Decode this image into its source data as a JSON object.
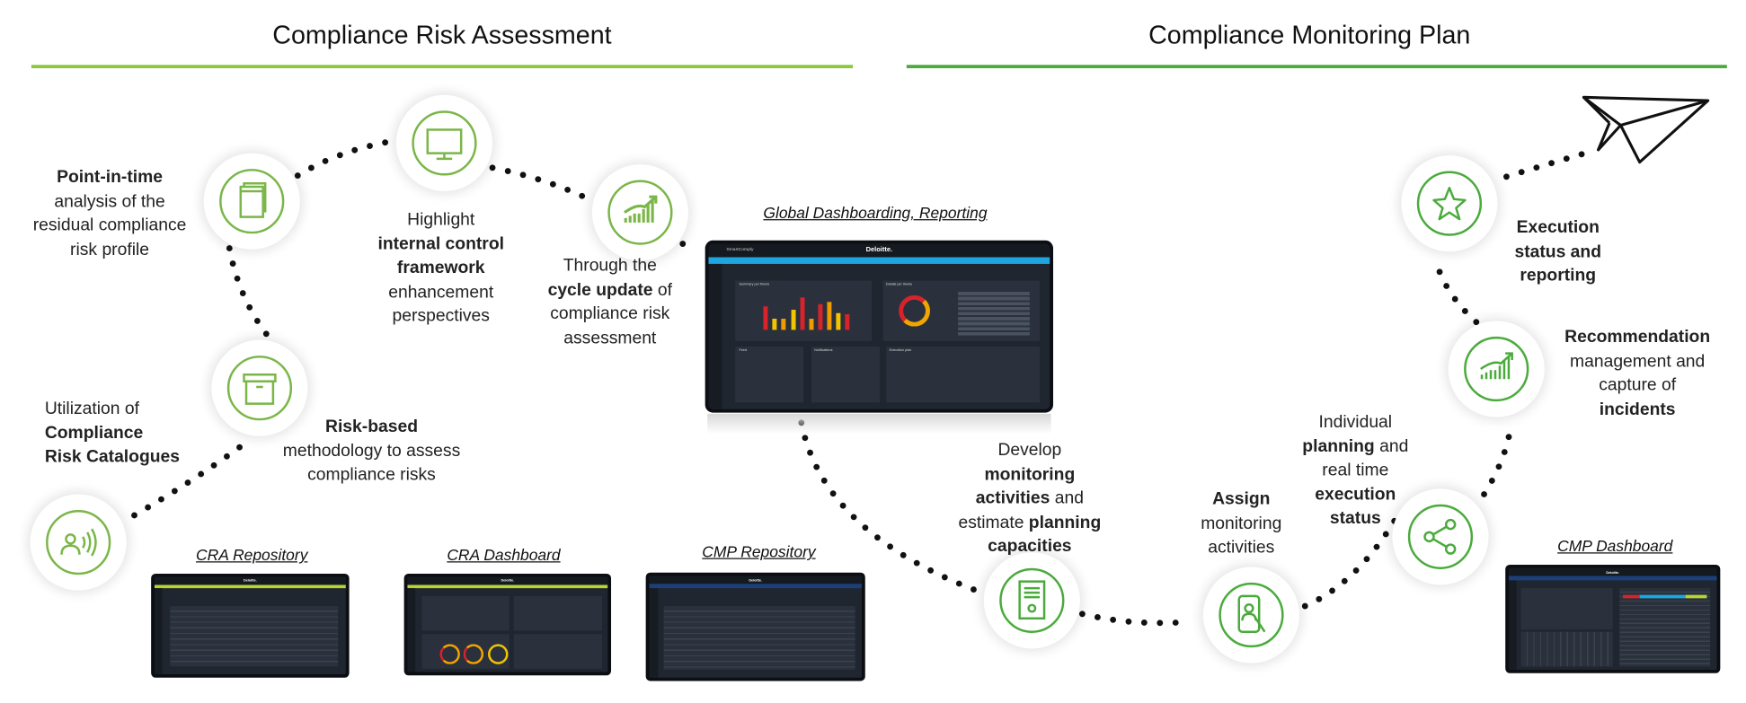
{
  "sections": {
    "left_title": "Compliance Risk Assessment",
    "right_title": "Compliance Monitoring Plan",
    "left_color": "#8cc63f",
    "right_color": "#4aab3c"
  },
  "steps": {
    "point_in_time": {
      "l1": "Point-in-time",
      "l2": "analysis of the",
      "l3": "residual compliance",
      "l4": "risk profile",
      "icon": "book-icon"
    },
    "internal_control": {
      "l1": "Highlight",
      "l2": "internal control",
      "l3": "framework",
      "l4": "enhancement",
      "l5": "perspectives",
      "icon": "monitor-icon"
    },
    "cycle_update": {
      "l1": "Through the",
      "l2b": "cycle update",
      "l2": " of",
      "l3": "compliance risk",
      "l4": "assessment",
      "icon": "chart-growth-icon"
    },
    "catalogues": {
      "l1": "Utilization of",
      "l2": "Compliance",
      "l3": "Risk Catalogues",
      "icon": "person-signal-icon"
    },
    "risk_based": {
      "l1": "Risk-based",
      "l2": "methodology to assess",
      "l3": "compliance risks",
      "icon": "archive-box-icon"
    },
    "develop": {
      "l1": "Develop",
      "l2": "monitoring",
      "l3b": "activities",
      "l3": " and",
      "l4": "estimate ",
      "l4b": "planning",
      "l5": "capacities",
      "icon": "document-icon"
    },
    "assign": {
      "l1": "Assign",
      "l2": "monitoring",
      "l3": "activities",
      "icon": "phone-user-icon"
    },
    "individual": {
      "l1": "Individual",
      "l2b": "planning",
      "l2": " and",
      "l3": "real time",
      "l4": "execution",
      "l5": "status",
      "icon": "share-icon"
    },
    "execution": {
      "l1": "Execution",
      "l2": "status and",
      "l3": "reporting",
      "icon": "star-icon"
    },
    "recommendation": {
      "l1": "Recommendation",
      "l2": "management and",
      "l3": "capture of",
      "l4": "incidents",
      "icon": "chart-growth-icon"
    }
  },
  "captions": {
    "global": "Global Dashboarding, Reporting",
    "cra_repo": "CRA Repository",
    "cra_dash": "CRA Dashboard",
    "cmp_repo": "CMP Repository",
    "cmp_dash": "CMP Dashboard"
  },
  "dashboard": {
    "brand": "Deloitte.",
    "app": "SmartComply",
    "panels": [
      "Summary per theme",
      "Details per theme",
      "Feed",
      "Notifications",
      "Execution plan"
    ]
  }
}
